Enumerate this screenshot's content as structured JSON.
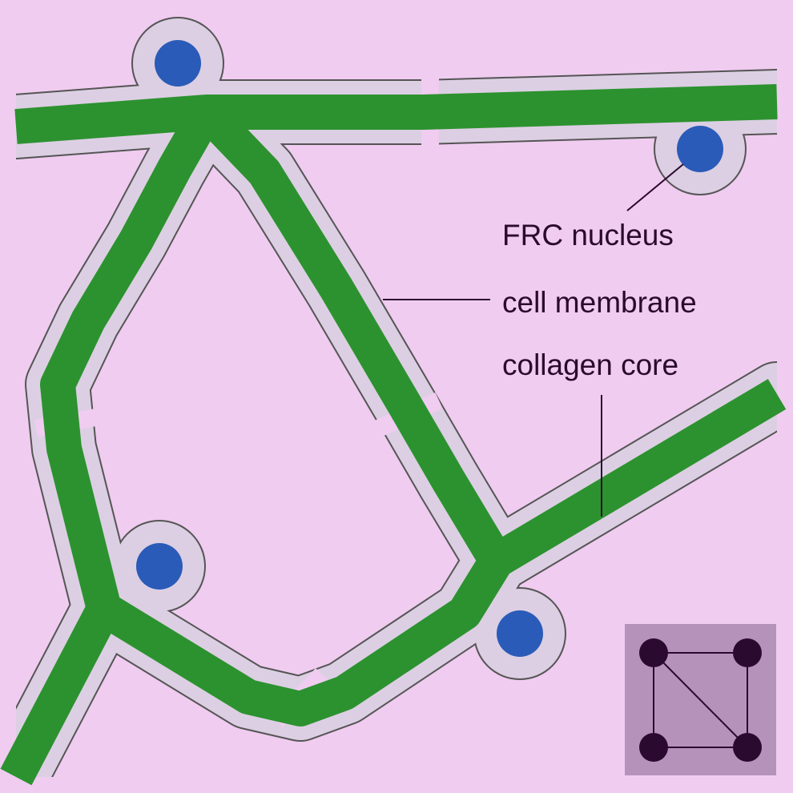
{
  "labels": {
    "nucleus": "FRC nucleus",
    "membrane": "cell membrane",
    "core": "collagen core"
  },
  "colors": {
    "background": "#f0ccf0",
    "membrane_fill": "#dccfe3",
    "membrane_outline": "#555555",
    "collagen": "#2c922f",
    "nucleus": "#2a5bb8",
    "leader_line": "#2a0a2e",
    "legend_bg": "#b592b9",
    "legend_node": "#2a0a2e"
  },
  "icons": {
    "legend": "network-graph-icon"
  }
}
